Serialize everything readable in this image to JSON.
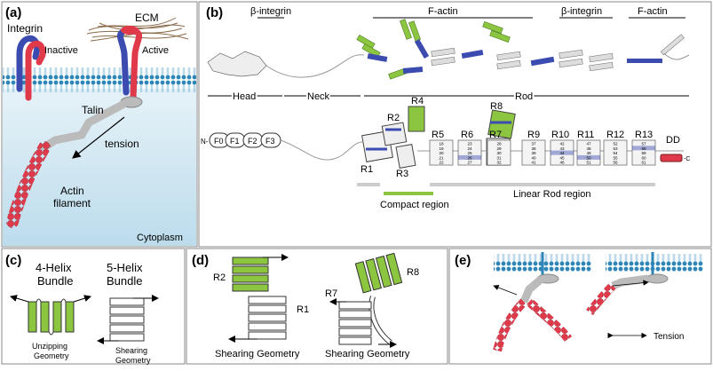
{
  "panel_a": {
    "letter": "(a)",
    "ecm": "ECM",
    "integrin": "Integrin",
    "inactive": "Inactive",
    "active": "Active",
    "talin": "Talin",
    "tension": "tension",
    "actin_line1": "Actin",
    "actin_line2": "filament",
    "cytoplasm": "Cytoplasm"
  },
  "panel_b": {
    "letter": "(b)",
    "beta_integrin_top_left": "β-integrin",
    "factin_top_1": "F-actin",
    "beta_integrin_top_right": "β-integrin",
    "factin_top_2": "F-actin",
    "head": "Head",
    "neck": "Neck",
    "rod": "Rod",
    "n_term": "N-",
    "c_term": "-C",
    "ferm": [
      "F0",
      "F1",
      "F2",
      "F3"
    ],
    "compact_labels": {
      "R1": "R1",
      "R2": "R2",
      "R3": "R3",
      "R4": "R4",
      "R7": "R7",
      "R8": "R8"
    },
    "rod_labels": [
      "R5",
      "R6",
      "R7",
      "R9",
      "R10",
      "R11",
      "R12",
      "R13"
    ],
    "dd": "DD",
    "compact_region": "Compact region",
    "linear_rod_region": "Linear Rod region",
    "bar_numbers": [
      [
        "18",
        "19",
        "20",
        "21",
        "22"
      ],
      [
        "23",
        "24",
        "25",
        "26",
        "27"
      ],
      [
        "28",
        "29",
        "30",
        "31",
        "32"
      ],
      [
        "37",
        "38",
        "39",
        "40",
        "41"
      ],
      [
        "42",
        "43",
        "44",
        "45",
        "46"
      ],
      [
        "47",
        "48",
        "49",
        "50",
        "51"
      ],
      [
        "52",
        "53",
        "54",
        "55",
        "56"
      ],
      [
        "57",
        "58",
        "59",
        "60",
        "61"
      ]
    ]
  },
  "panel_c": {
    "letter": "(c)",
    "four_helix_1": "4-Helix",
    "four_helix_2": "Bundle",
    "five_helix_1": "5-Helix",
    "five_helix_2": "Bundle",
    "unzipping_1": "Unzipping",
    "unzipping_2": "Geometry",
    "shearing_1": "Shearing",
    "shearing_2": "Geometry"
  },
  "panel_d": {
    "letter": "(d)",
    "r2": "R2",
    "r1": "R1",
    "r8": "R8",
    "r7": "R7",
    "shearing_left": "Shearing Geometry",
    "shearing_right": "Shearing Geometry"
  },
  "panel_e": {
    "letter": "(e)",
    "tension": "Tension"
  },
  "colors": {
    "green": "#8cc640",
    "blue": "#3b4bb0",
    "red": "#e03a4a",
    "membrane_blue": "#2e86b8",
    "cyto": "#cfe5f1",
    "border": "#888888"
  }
}
